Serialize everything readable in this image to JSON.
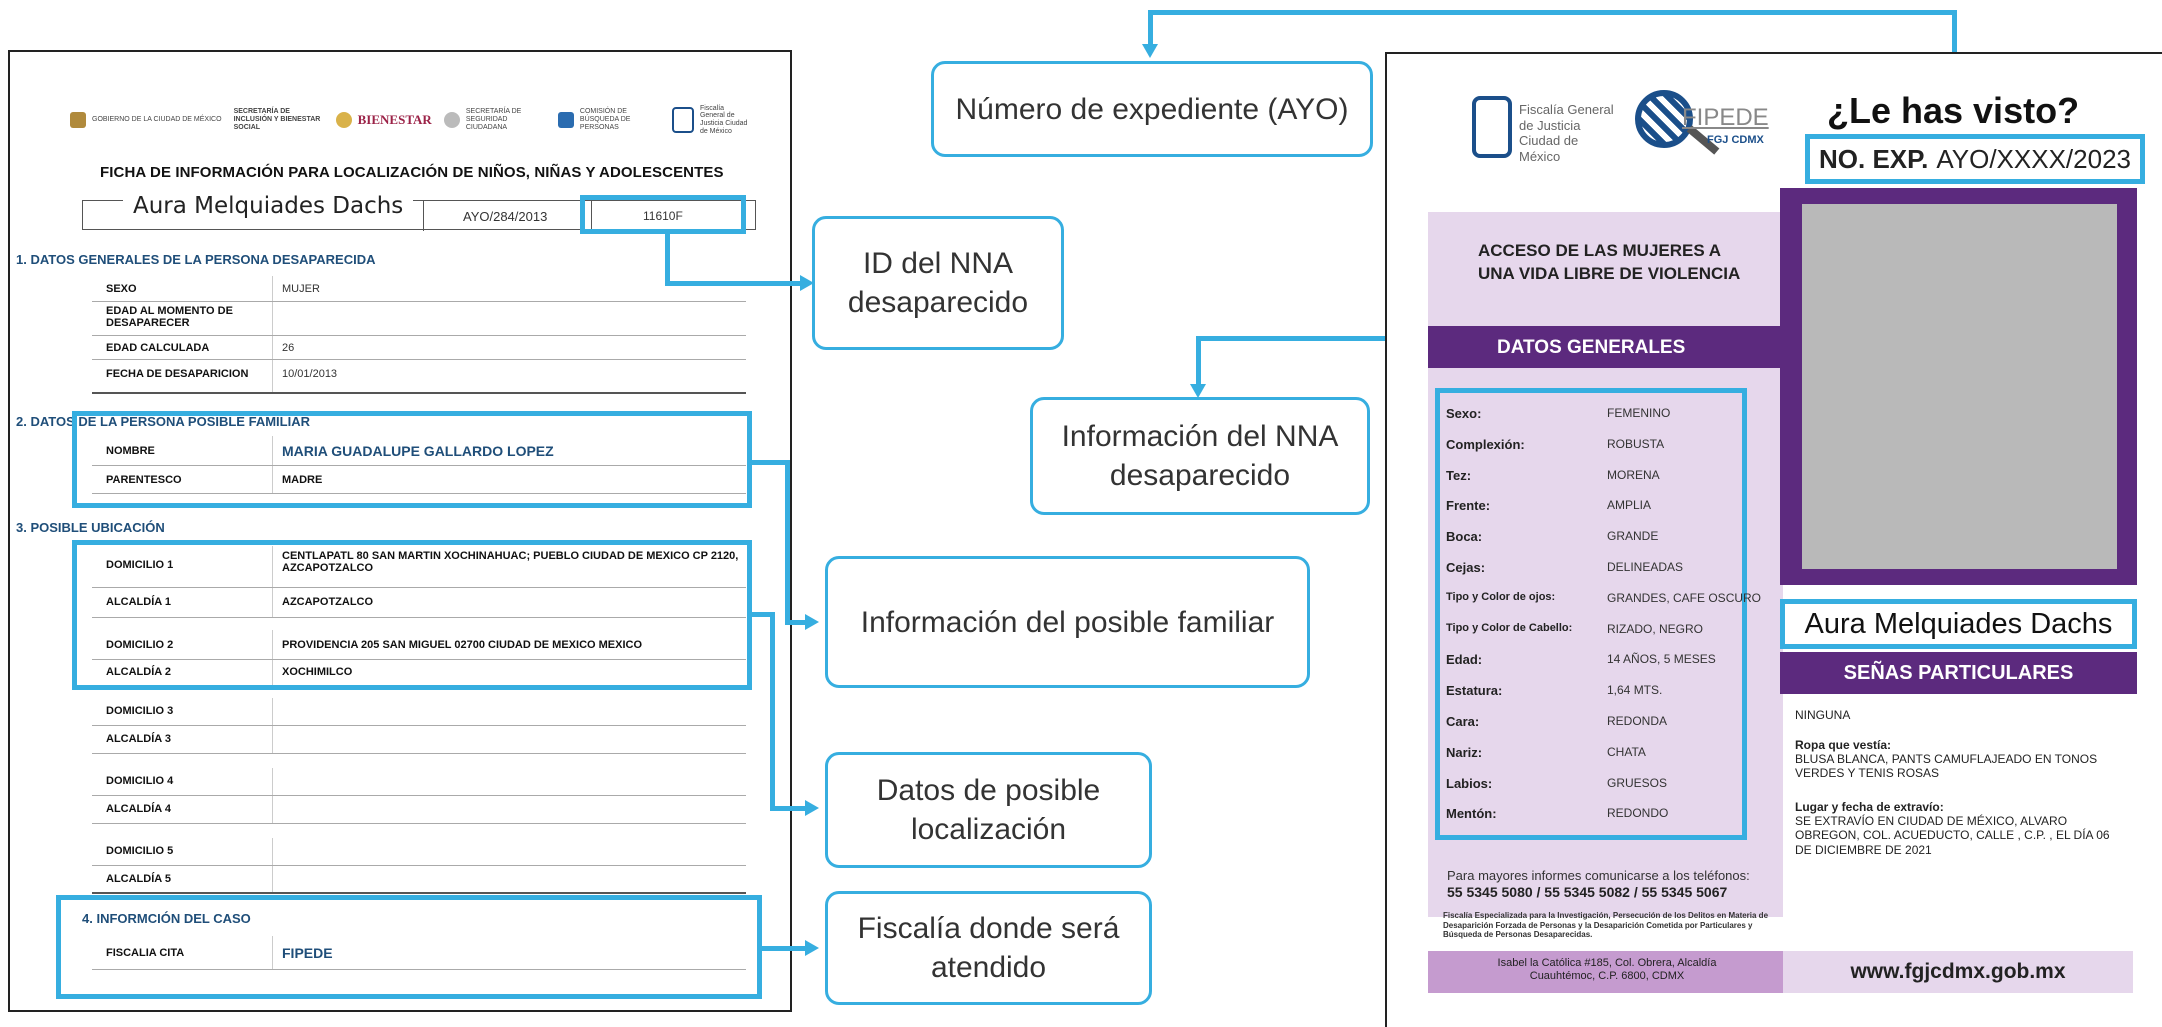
{
  "form": {
    "logos": [
      "GOBIERNO DE LA CIUDAD DE MÉXICO",
      "SECRETARÍA DE INCLUSIÓN Y BIENESTAR SOCIAL",
      "BIENESTAR",
      "SECRETARÍA DE SEGURIDAD CIUDADANA",
      "COMISIÓN DE BÚSQUEDA DE PERSONAS",
      "Fiscalía General de Justicia Ciudad de México"
    ],
    "title": "FICHA DE INFORMACIÓN PARA LOCALIZACIÓN DE NIÑOS, NIÑAS Y ADOLESCENTES",
    "name": "Aura Melquiades Dachs",
    "expediente": "AYO/284/2013",
    "nna_id": "11610F",
    "section1": {
      "title": "1. DATOS GENERALES DE LA PERSONA DESAPARECIDA",
      "rows": [
        {
          "k": "SEXO",
          "v": "MUJER"
        },
        {
          "k": "EDAD AL MOMENTO DE DESAPARECER",
          "v": ""
        },
        {
          "k": "EDAD CALCULADA",
          "v": "26"
        },
        {
          "k": "FECHA DE DESAPARICION",
          "v": "10/01/2013"
        }
      ]
    },
    "section2": {
      "title": "2. DATOS DE LA PERSONA POSIBLE FAMILIAR",
      "rows": [
        {
          "k": "NOMBRE",
          "v": "MARIA GUADALUPE GALLARDO LOPEZ"
        },
        {
          "k": "PARENTESCO",
          "v": "MADRE"
        }
      ]
    },
    "section3": {
      "title": "3. POSIBLE UBICACIÓN",
      "rows": [
        {
          "k": "DOMICILIO 1",
          "v": "CENTLAPATL 80 SAN MARTIN XOCHINAHUAC; PUEBLO CIUDAD DE MEXICO CP 2120, AZCAPOTZALCO"
        },
        {
          "k": "ALCALDÍA 1",
          "v": "AZCAPOTZALCO"
        },
        {
          "k": "DOMICILIO 2",
          "v": "PROVIDENCIA 205 SAN MIGUEL 02700 CIUDAD DE MEXICO MEXICO"
        },
        {
          "k": "ALCALDÍA 2",
          "v": "XOCHIMILCO"
        },
        {
          "k": "DOMICILIO 3",
          "v": ""
        },
        {
          "k": "ALCALDÍA 3",
          "v": ""
        },
        {
          "k": "DOMICILIO 4",
          "v": ""
        },
        {
          "k": "ALCALDÍA 4",
          "v": ""
        },
        {
          "k": "DOMICILIO 5",
          "v": ""
        },
        {
          "k": "ALCALDÍA 5",
          "v": ""
        }
      ]
    },
    "section4": {
      "title": "4. INFORMCIÓN DEL CASO",
      "rows": [
        {
          "k": "FISCALIA CITA",
          "v": "FIPEDE"
        }
      ]
    }
  },
  "callouts": {
    "expediente": "Número de expediente (AYO)",
    "id_nna": "ID del NNA desaparecido",
    "info_nna": "Información del NNA desaparecido",
    "familiar": "Información del posible familiar",
    "localizacion": "Datos de posible localización",
    "fiscalia": "Fiscalía donde será atendido"
  },
  "poster": {
    "fgj_logo": "Fiscalía General de Justicia Ciudad de México",
    "fipede": "FIPEDE",
    "fipede_sub": "FGJ CDMX",
    "headline": "¿Le has visto?",
    "exp_label": "NO. EXP.",
    "exp_value": "AYO/XXXX/2023",
    "acceso": "ACCESO DE LAS MUJERES A UNA VIDA LIBRE DE VIOLENCIA",
    "datos_generales": "DATOS GENERALES",
    "rows": [
      {
        "k": "Sexo:",
        "v": "FEMENINO"
      },
      {
        "k": "Complexión:",
        "v": "ROBUSTA"
      },
      {
        "k": "Tez:",
        "v": "MORENA"
      },
      {
        "k": "Frente:",
        "v": "AMPLIA"
      },
      {
        "k": "Boca:",
        "v": "GRANDE"
      },
      {
        "k": "Cejas:",
        "v": "DELINEADAS"
      },
      {
        "k": "Tipo y Color de ojos:",
        "v": "GRANDES, CAFE OSCURO"
      },
      {
        "k": "Tipo y Color de Cabello:",
        "v": "RIZADO, NEGRO"
      },
      {
        "k": "Edad:",
        "v": "14 AÑOS, 5 MESES"
      },
      {
        "k": "Estatura:",
        "v": "1,64 MTS."
      },
      {
        "k": "Cara:",
        "v": "REDONDA"
      },
      {
        "k": "Nariz:",
        "v": "CHATA"
      },
      {
        "k": "Labios:",
        "v": "GRUESOS"
      },
      {
        "k": "Mentón:",
        "v": "REDONDO"
      }
    ],
    "person_name": "Aura Melquiades Dachs",
    "senas_title": "SEÑAS PARTICULARES",
    "senas": "NINGUNA",
    "ropa_label": "Ropa que vestía:",
    "ropa": "BLUSA BLANCA, PANTS CAMUFLAJEADO EN TONOS VERDES Y TENIS ROSAS",
    "lugar_label": "Lugar y fecha de extravío:",
    "lugar": "SE EXTRAVÍO EN CIUDAD DE MÉXICO, ALVARO OBREGON, COL. ACUEDUCTO, CALLE , C.P. , EL DÍA 06 DE DICIEMBRE DE 2021",
    "informes": "Para mayores informes comunicarse a los teléfonos:",
    "telefonos": "55 5345 5080 / 55 5345 5082 / 55 5345 5067",
    "fiscalia_text": "Fiscalía Especializada para la Investigación, Persecución de los Delitos en Materia de Desaparición Forzada de Personas y la Desaparición Cometida por Particulares y Búsqueda de Personas Desaparecidas.",
    "address": "Isabel la Católica #185, Col. Obrera, Alcaldía Cuauhtémoc, C.P. 6800, CDMX",
    "website": "www.fgjcdmx.gob.mx"
  },
  "colors": {
    "highlight": "#36aee0",
    "purple": "#5c2a7e",
    "lilac": "#e6d7ec",
    "form_blue": "#1f4e79"
  }
}
